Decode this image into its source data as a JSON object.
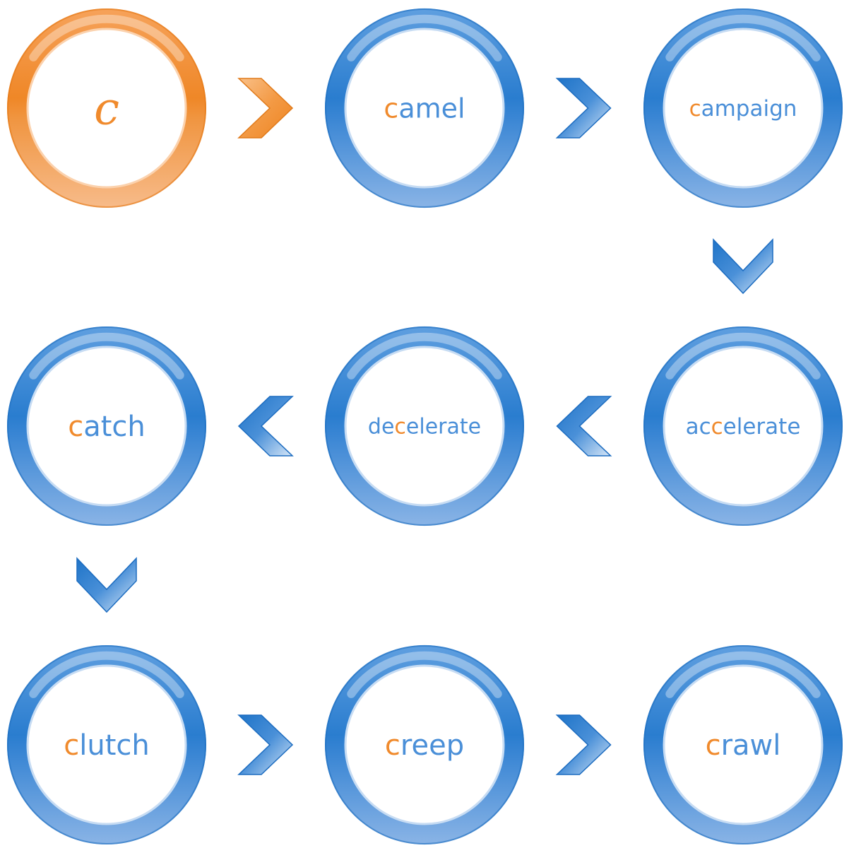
{
  "diagram": {
    "nodes": [
      {
        "id": "c",
        "prefix": "",
        "highlight": "c",
        "suffix": "",
        "theme": "orange",
        "italic": true
      },
      {
        "id": "camel",
        "prefix": "",
        "highlight": "c",
        "suffix": "amel",
        "theme": "blue"
      },
      {
        "id": "campaign",
        "prefix": "",
        "highlight": "c",
        "suffix": "ampaign",
        "theme": "blue"
      },
      {
        "id": "accelerate",
        "prefix": "ac",
        "highlight": "c",
        "suffix": "elerate",
        "theme": "blue"
      },
      {
        "id": "decelerate",
        "prefix": "de",
        "highlight": "c",
        "suffix": "elerate",
        "theme": "blue"
      },
      {
        "id": "catch",
        "prefix": "",
        "highlight": "c",
        "suffix": "atch",
        "theme": "blue"
      },
      {
        "id": "clutch",
        "prefix": "",
        "highlight": "c",
        "suffix": "lutch",
        "theme": "blue"
      },
      {
        "id": "creep",
        "prefix": "",
        "highlight": "c",
        "suffix": "reep",
        "theme": "blue"
      },
      {
        "id": "crawl",
        "prefix": "",
        "highlight": "c",
        "suffix": "rawl",
        "theme": "blue"
      }
    ],
    "arrows": [
      {
        "from": "c",
        "to": "camel",
        "direction": "right",
        "theme": "orange"
      },
      {
        "from": "camel",
        "to": "campaign",
        "direction": "right",
        "theme": "blue"
      },
      {
        "from": "campaign",
        "to": "accelerate",
        "direction": "down",
        "theme": "blue"
      },
      {
        "from": "accelerate",
        "to": "decelerate",
        "direction": "left",
        "theme": "blue"
      },
      {
        "from": "decelerate",
        "to": "catch",
        "direction": "left",
        "theme": "blue"
      },
      {
        "from": "catch",
        "to": "clutch",
        "direction": "down",
        "theme": "blue"
      },
      {
        "from": "clutch",
        "to": "creep",
        "direction": "right",
        "theme": "blue"
      },
      {
        "from": "creep",
        "to": "crawl",
        "direction": "right",
        "theme": "blue"
      }
    ],
    "colors": {
      "orange_ring": "#f08a2c",
      "orange_ring_light": "#f7b27a",
      "blue_ring": "#2b7fd0",
      "blue_ring_light": "#8fb8e8",
      "highlight_letter": "#f08a2c",
      "word_text": "#4a8fd8"
    }
  }
}
